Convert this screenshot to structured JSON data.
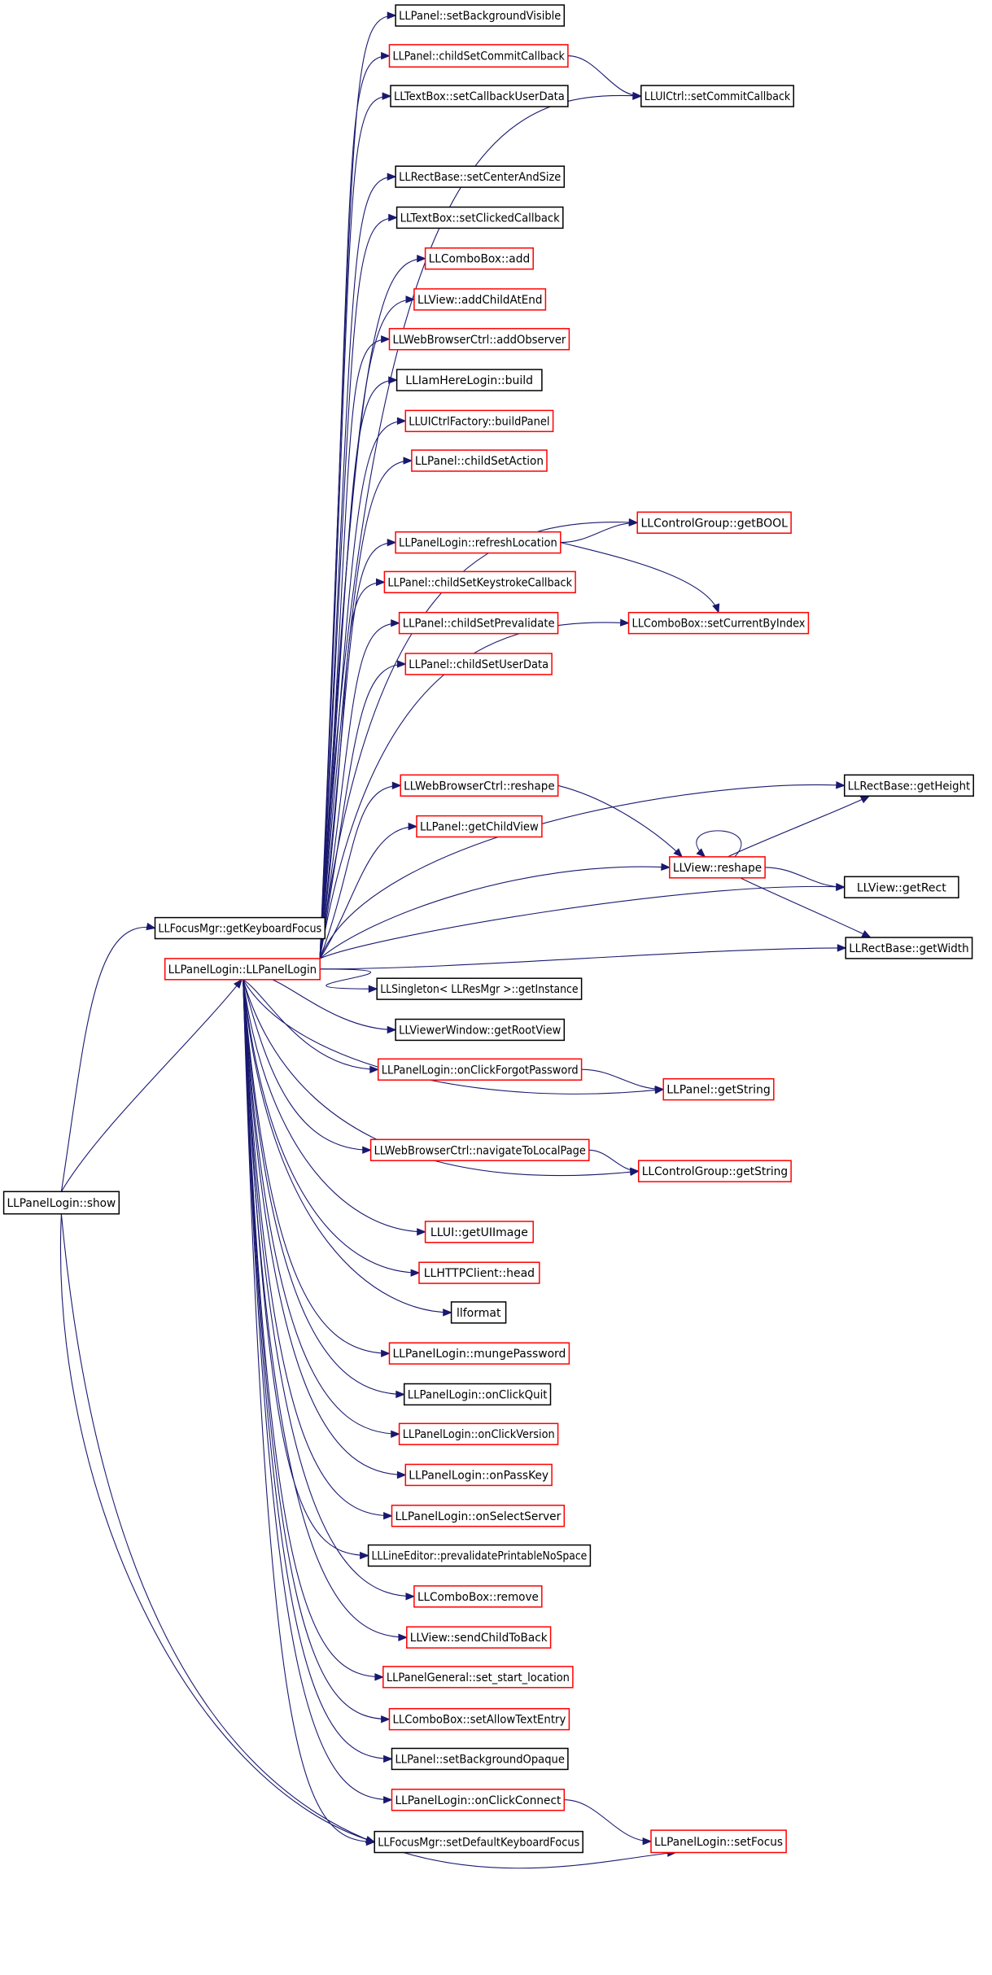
{
  "colors": {
    "edge": "#191970",
    "border_documented": "#ff0000",
    "border_undocumented": "#000000",
    "focus_fill": "#bfbfbf"
  },
  "nodes": {
    "show": {
      "label": "LLPanelLogin::show",
      "style": "focus"
    },
    "getKeyboardFocus": {
      "label": "LLFocusMgr::getKeyboardFocus",
      "style": "black"
    },
    "LLPanelLogin": {
      "label": "LLPanelLogin::LLPanelLogin",
      "style": "red"
    },
    "setDefaultKeyboardFocus": {
      "label": "LLFocusMgr::setDefaultKeyboardFocus",
      "style": "black"
    },
    "setFocus": {
      "label": "LLPanelLogin::setFocus",
      "style": "red"
    },
    "setBackgroundVisible": {
      "label": "LLPanel::setBackgroundVisible",
      "style": "black"
    },
    "childSetCommitCallback": {
      "label": "LLPanel::childSetCommitCallback",
      "style": "red"
    },
    "setCallbackUserData": {
      "label": "LLTextBox::setCallbackUserData",
      "style": "black"
    },
    "setCommitCallback": {
      "label": "LLUICtrl::setCommitCallback",
      "style": "black"
    },
    "setCenterAndSize": {
      "label": "LLRectBase::setCenterAndSize",
      "style": "black"
    },
    "setClickedCallback": {
      "label": "LLTextBox::setClickedCallback",
      "style": "black"
    },
    "comboAdd": {
      "label": "LLComboBox::add",
      "style": "red"
    },
    "addChildAtEnd": {
      "label": "LLView::addChildAtEnd",
      "style": "red"
    },
    "addObserver": {
      "label": "LLWebBrowserCtrl::addObserver",
      "style": "red"
    },
    "iamHereBuild": {
      "label": "LLIamHereLogin::build",
      "style": "black"
    },
    "buildPanel": {
      "label": "LLUICtrlFactory::buildPanel",
      "style": "red"
    },
    "childSetAction": {
      "label": "LLPanel::childSetAction",
      "style": "red"
    },
    "refreshLocation": {
      "label": "LLPanelLogin::refreshLocation",
      "style": "red"
    },
    "getBOOL": {
      "label": "LLControlGroup::getBOOL",
      "style": "red"
    },
    "childSetKeystrokeCallback": {
      "label": "LLPanel::childSetKeystrokeCallback",
      "style": "red"
    },
    "childSetPrevalidate": {
      "label": "LLPanel::childSetPrevalidate",
      "style": "red"
    },
    "setCurrentByIndex": {
      "label": "LLComboBox::setCurrentByIndex",
      "style": "red"
    },
    "childSetUserData": {
      "label": "LLPanel::childSetUserData",
      "style": "red"
    },
    "webReshape": {
      "label": "LLWebBrowserCtrl::reshape",
      "style": "red"
    },
    "getHeight": {
      "label": "LLRectBase::getHeight",
      "style": "black"
    },
    "getChildView": {
      "label": "LLPanel::getChildView",
      "style": "red"
    },
    "viewReshape": {
      "label": "LLView::reshape",
      "style": "red"
    },
    "getRect": {
      "label": "LLView::getRect",
      "style": "black"
    },
    "getWidth": {
      "label": "LLRectBase::getWidth",
      "style": "black"
    },
    "getInstance": {
      "label": "LLSingleton< LLResMgr >::getInstance",
      "style": "black"
    },
    "getRootView": {
      "label": "LLViewerWindow::getRootView",
      "style": "black"
    },
    "onClickForgotPassword": {
      "label": "LLPanelLogin::onClickForgotPassword",
      "style": "red"
    },
    "panelGetString": {
      "label": "LLPanel::getString",
      "style": "red"
    },
    "navigateToLocalPage": {
      "label": "LLWebBrowserCtrl::navigateToLocalPage",
      "style": "red"
    },
    "controlGetString": {
      "label": "LLControlGroup::getString",
      "style": "red"
    },
    "getUIImage": {
      "label": "LLUI::getUIImage",
      "style": "red"
    },
    "httpHead": {
      "label": "LLHTTPClient::head",
      "style": "red"
    },
    "llformat": {
      "label": "llformat",
      "style": "black"
    },
    "mungePassword": {
      "label": "LLPanelLogin::mungePassword",
      "style": "red"
    },
    "onClickQuit": {
      "label": "LLPanelLogin::onClickQuit",
      "style": "black"
    },
    "onClickVersion": {
      "label": "LLPanelLogin::onClickVersion",
      "style": "red"
    },
    "onPassKey": {
      "label": "LLPanelLogin::onPassKey",
      "style": "red"
    },
    "onSelectServer": {
      "label": "LLPanelLogin::onSelectServer",
      "style": "red"
    },
    "prevalidatePrintableNoSpace": {
      "label": "LLLineEditor::prevalidatePrintableNoSpace",
      "style": "black"
    },
    "comboRemove": {
      "label": "LLComboBox::remove",
      "style": "red"
    },
    "sendChildToBack": {
      "label": "LLView::sendChildToBack",
      "style": "red"
    },
    "setStartLocation": {
      "label": "LLPanelGeneral::set_start_location",
      "style": "red"
    },
    "setAllowTextEntry": {
      "label": "LLComboBox::setAllowTextEntry",
      "style": "red"
    },
    "setBackgroundOpaque": {
      "label": "LLPanel::setBackgroundOpaque",
      "style": "black"
    },
    "onClickConnect": {
      "label": "LLPanelLogin::onClickConnect",
      "style": "red"
    }
  },
  "edges": [
    [
      "show",
      "getKeyboardFocus"
    ],
    [
      "show",
      "LLPanelLogin"
    ],
    [
      "show",
      "setDefaultKeyboardFocus"
    ],
    [
      "show",
      "setFocus"
    ],
    [
      "LLPanelLogin",
      "setBackgroundVisible"
    ],
    [
      "LLPanelLogin",
      "childSetCommitCallback"
    ],
    [
      "LLPanelLogin",
      "setCallbackUserData"
    ],
    [
      "LLPanelLogin",
      "setCommitCallback"
    ],
    [
      "LLPanelLogin",
      "setCenterAndSize"
    ],
    [
      "LLPanelLogin",
      "setClickedCallback"
    ],
    [
      "LLPanelLogin",
      "comboAdd"
    ],
    [
      "LLPanelLogin",
      "addChildAtEnd"
    ],
    [
      "LLPanelLogin",
      "addObserver"
    ],
    [
      "LLPanelLogin",
      "iamHereBuild"
    ],
    [
      "LLPanelLogin",
      "buildPanel"
    ],
    [
      "LLPanelLogin",
      "childSetAction"
    ],
    [
      "LLPanelLogin",
      "getBOOL"
    ],
    [
      "LLPanelLogin",
      "refreshLocation"
    ],
    [
      "LLPanelLogin",
      "childSetKeystrokeCallback"
    ],
    [
      "LLPanelLogin",
      "childSetPrevalidate"
    ],
    [
      "LLPanelLogin",
      "childSetUserData"
    ],
    [
      "LLPanelLogin",
      "setCurrentByIndex"
    ],
    [
      "LLPanelLogin",
      "getHeight"
    ],
    [
      "LLPanelLogin",
      "webReshape"
    ],
    [
      "LLPanelLogin",
      "getChildView"
    ],
    [
      "LLPanelLogin",
      "viewReshape"
    ],
    [
      "LLPanelLogin",
      "getRect"
    ],
    [
      "LLPanelLogin",
      "getWidth"
    ],
    [
      "LLPanelLogin",
      "getInstance"
    ],
    [
      "LLPanelLogin",
      "getRootView"
    ],
    [
      "LLPanelLogin",
      "onClickForgotPassword"
    ],
    [
      "LLPanelLogin",
      "panelGetString"
    ],
    [
      "LLPanelLogin",
      "navigateToLocalPage"
    ],
    [
      "LLPanelLogin",
      "controlGetString"
    ],
    [
      "LLPanelLogin",
      "getUIImage"
    ],
    [
      "LLPanelLogin",
      "httpHead"
    ],
    [
      "LLPanelLogin",
      "llformat"
    ],
    [
      "LLPanelLogin",
      "mungePassword"
    ],
    [
      "LLPanelLogin",
      "onClickQuit"
    ],
    [
      "LLPanelLogin",
      "onClickVersion"
    ],
    [
      "LLPanelLogin",
      "onPassKey"
    ],
    [
      "LLPanelLogin",
      "onSelectServer"
    ],
    [
      "LLPanelLogin",
      "prevalidatePrintableNoSpace"
    ],
    [
      "LLPanelLogin",
      "comboRemove"
    ],
    [
      "LLPanelLogin",
      "sendChildToBack"
    ],
    [
      "LLPanelLogin",
      "setStartLocation"
    ],
    [
      "LLPanelLogin",
      "setAllowTextEntry"
    ],
    [
      "LLPanelLogin",
      "setBackgroundOpaque"
    ],
    [
      "LLPanelLogin",
      "onClickConnect"
    ],
    [
      "LLPanelLogin",
      "setDefaultKeyboardFocus"
    ],
    [
      "childSetCommitCallback",
      "setCommitCallback"
    ],
    [
      "refreshLocation",
      "getBOOL"
    ],
    [
      "refreshLocation",
      "setCurrentByIndex"
    ],
    [
      "webReshape",
      "viewReshape"
    ],
    [
      "viewReshape",
      "viewReshape"
    ],
    [
      "viewReshape",
      "getHeight"
    ],
    [
      "viewReshape",
      "getRect"
    ],
    [
      "viewReshape",
      "getWidth"
    ],
    [
      "onClickForgotPassword",
      "panelGetString"
    ],
    [
      "navigateToLocalPage",
      "controlGetString"
    ],
    [
      "onClickConnect",
      "setFocus"
    ]
  ]
}
